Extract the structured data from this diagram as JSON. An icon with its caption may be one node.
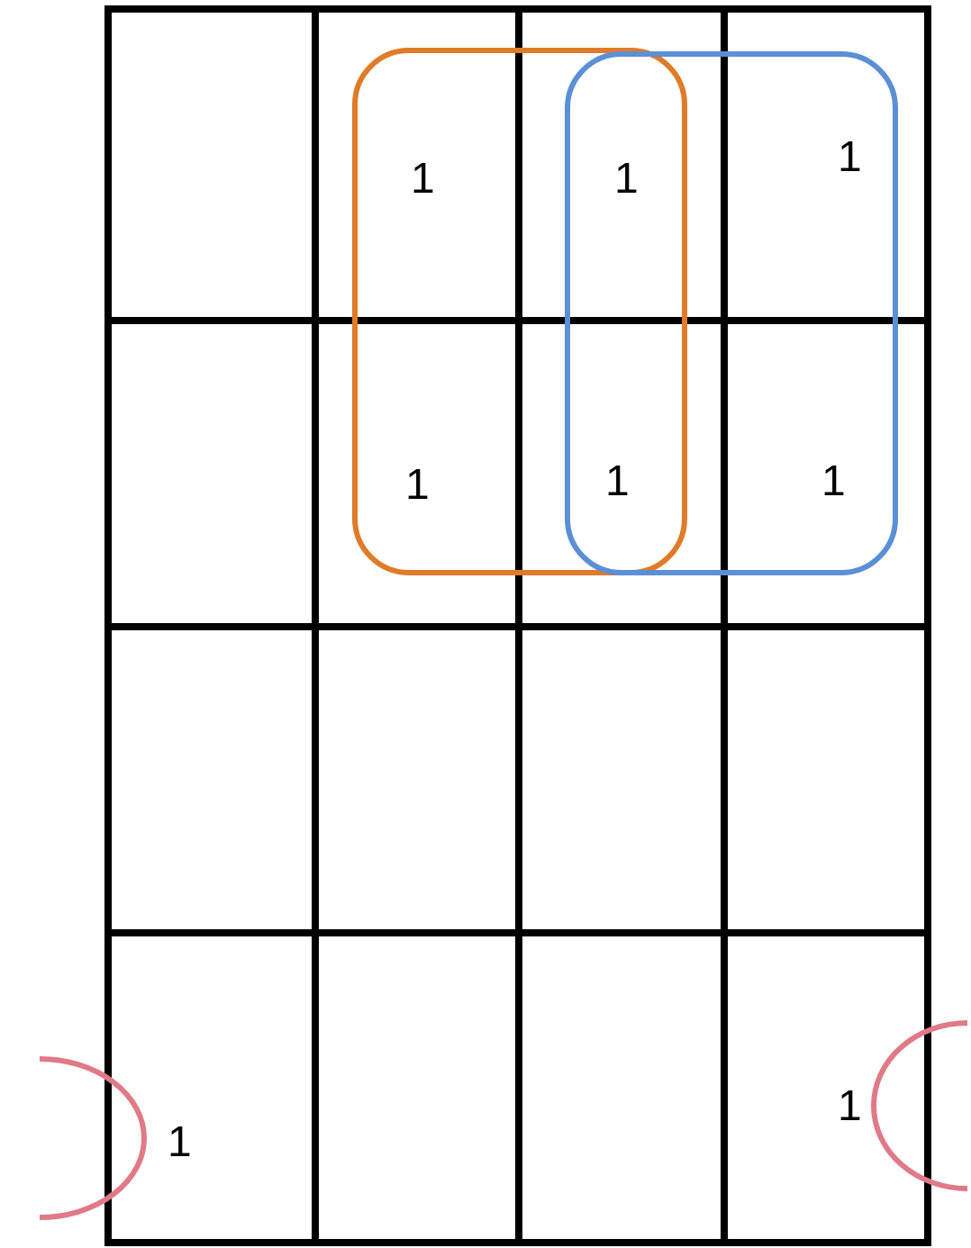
{
  "diagram": {
    "labels": [
      "1",
      "1",
      "1",
      "1",
      "1",
      "1",
      "1",
      "1"
    ]
  }
}
